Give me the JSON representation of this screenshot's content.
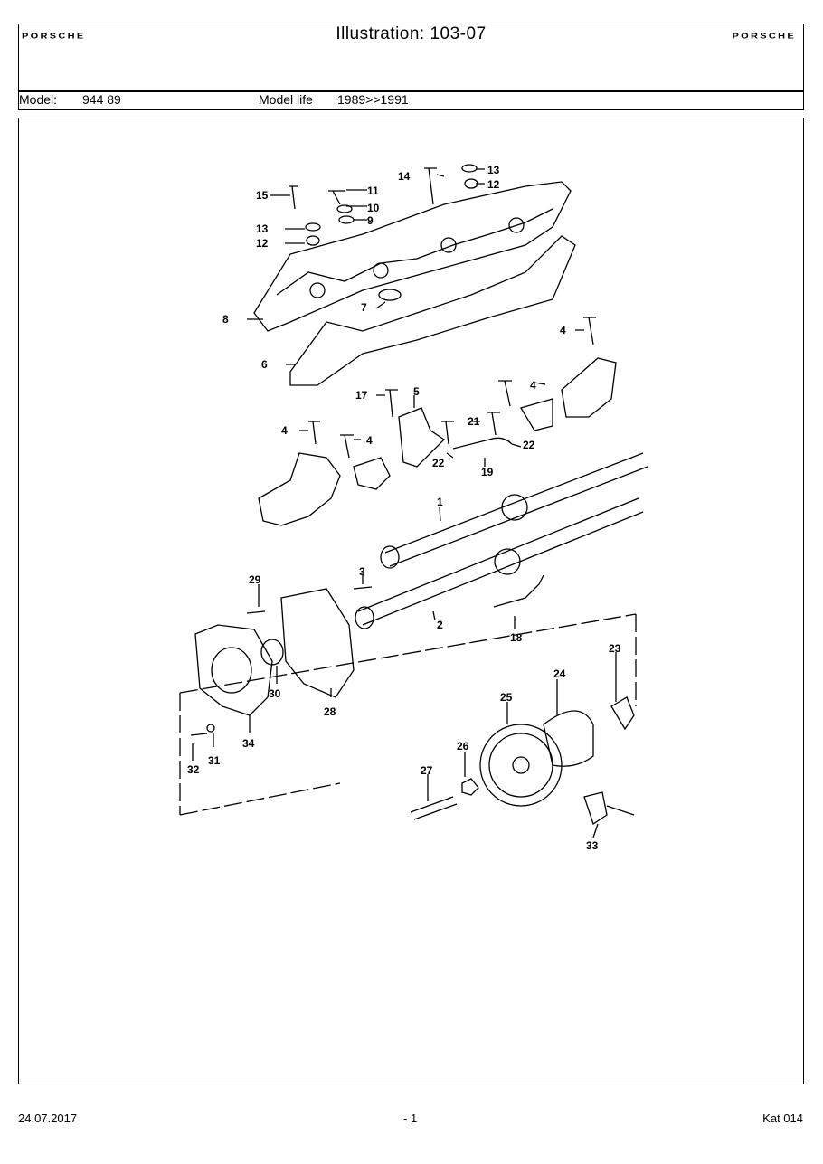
{
  "header": {
    "brand_left": "PORSCHE",
    "title": "Illustration: 103-07",
    "brand_right": "PORSCHE"
  },
  "model_row": {
    "model_label": "Model:",
    "model_value": "944 89",
    "life_label": "Model life",
    "life_value": "1989>>1991"
  },
  "callouts": [
    "15",
    "11",
    "10",
    "9",
    "13",
    "12",
    "14",
    "13",
    "12",
    "8",
    "7",
    "6",
    "4",
    "17",
    "5",
    "21",
    "4",
    "22",
    "22",
    "19",
    "4",
    "4",
    "1",
    "3",
    "29",
    "2",
    "18",
    "23",
    "24",
    "25",
    "30",
    "28",
    "34",
    "31",
    "32",
    "26",
    "27",
    "33"
  ],
  "footer": {
    "date": "24.07.2017",
    "page": "- 1",
    "catalog": "Kat 014"
  }
}
